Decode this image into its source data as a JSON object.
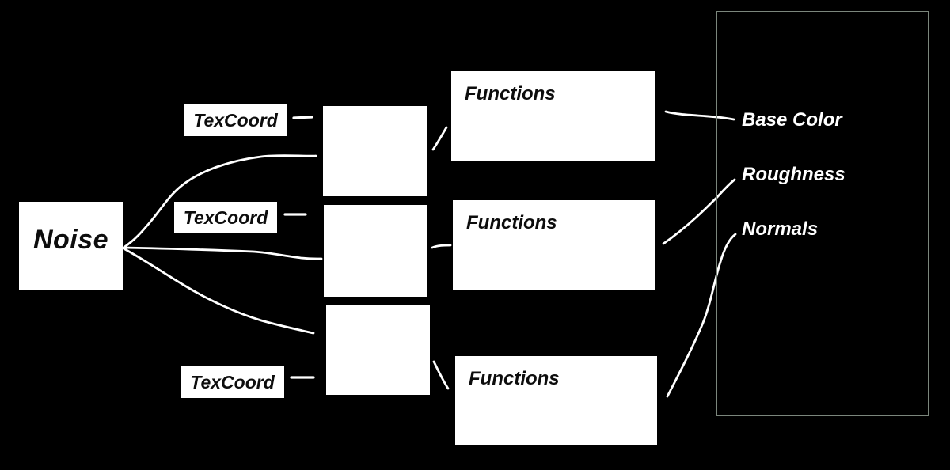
{
  "nodes": {
    "noise": {
      "label": "Noise"
    },
    "texcoords": [
      {
        "label": "TexCoord"
      },
      {
        "label": "TexCoord"
      },
      {
        "label": "TexCoord"
      }
    ],
    "blank_boxes": {
      "count": 3
    },
    "functions": [
      {
        "label": "Functions"
      },
      {
        "label": "Functions"
      },
      {
        "label": "Functions"
      }
    ],
    "outputs": [
      {
        "label": "Base Color"
      },
      {
        "label": "Roughness"
      },
      {
        "label": "Normals"
      }
    ]
  },
  "colors": {
    "background": "#000000",
    "node_fill": "#ffffff",
    "node_text": "#0d0d0d",
    "wire": "#ffffff",
    "output_panel_border": "#7b867c",
    "output_text": "#ffffff"
  }
}
